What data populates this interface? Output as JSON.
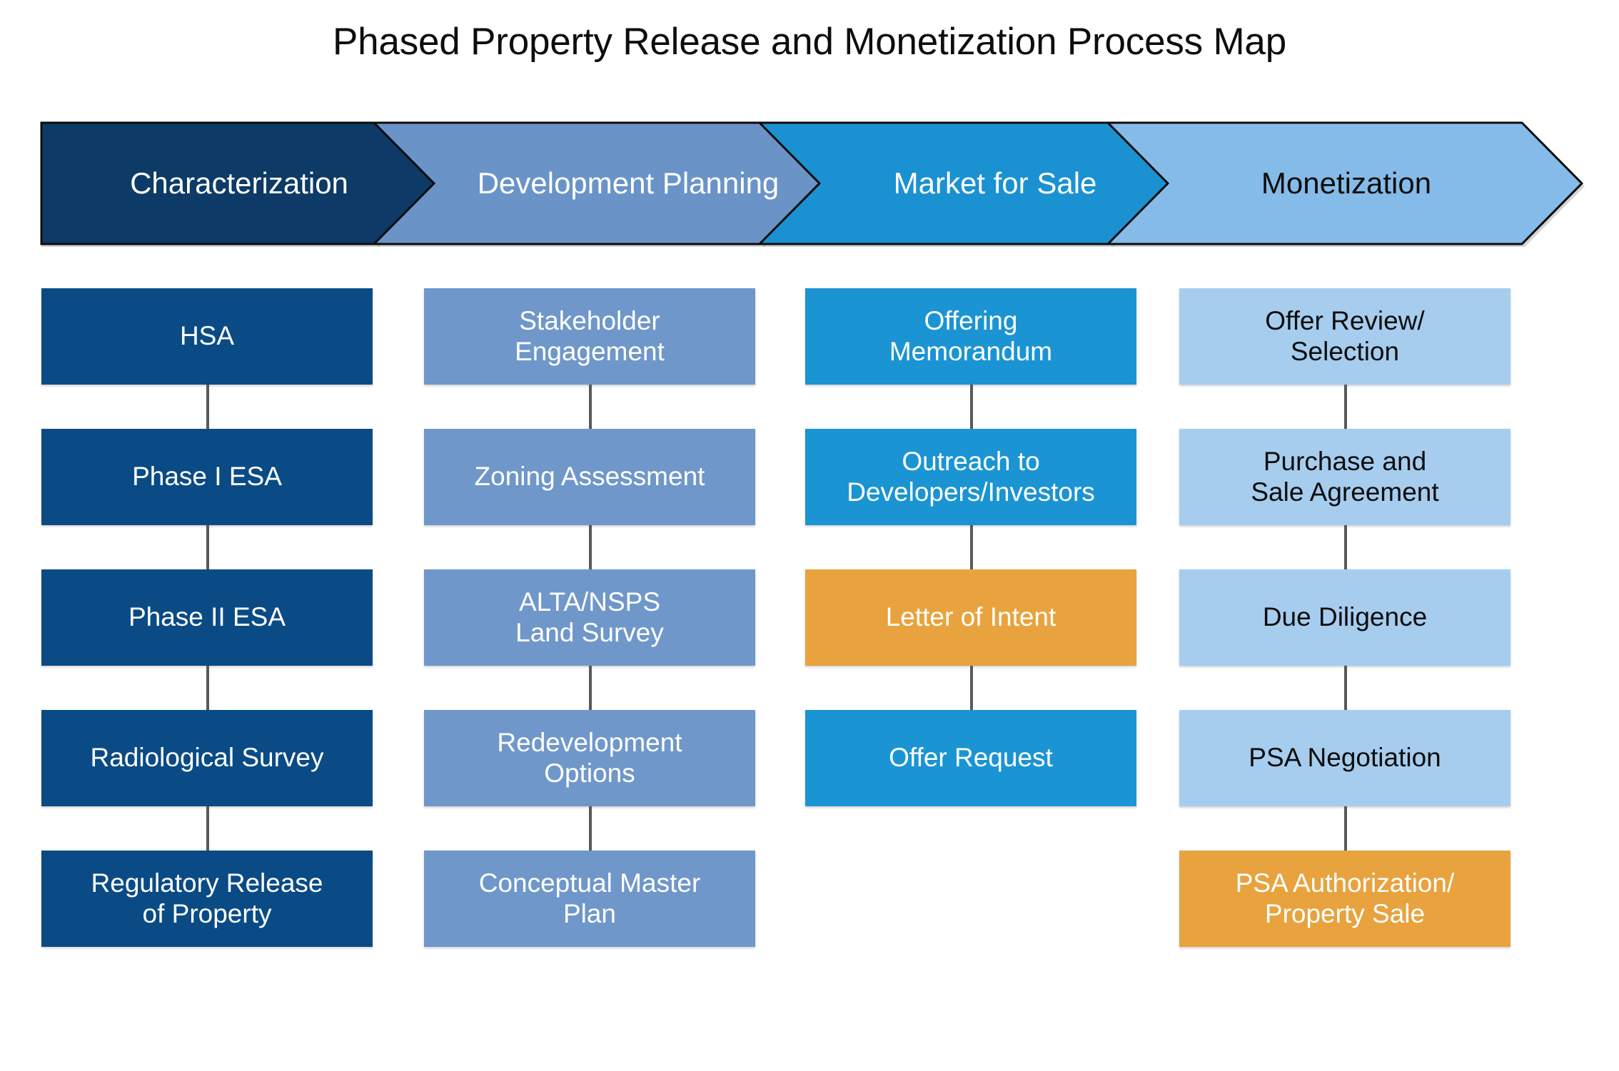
{
  "title": "Phased Property Release and Monetization Process Map",
  "palette": {
    "phase_1": "#0d3a66",
    "phase_2": "#6a93c8",
    "phase_3": "#1a91d1",
    "phase_4": "#85bbe8",
    "box_1": "#0a4b85",
    "box_2": "#6f97ca",
    "box_3": "#1a94d3",
    "box_4": "#a6cdee",
    "highlight_orange": "#e8a33e",
    "connector_gray": "#595959",
    "text_light": "#ffffff",
    "text_dark": "#0d0d0d",
    "title_color": "#0d0d0d"
  },
  "phases": [
    {
      "label": "Characterization",
      "fill": "#0d3a66",
      "text_color": "#ffffff"
    },
    {
      "label": "Development Planning",
      "fill": "#6a93c8",
      "text_color": "#ffffff"
    },
    {
      "label": "Market for Sale",
      "fill": "#1a91d1",
      "text_color": "#ffffff"
    },
    {
      "label": "Monetization",
      "fill": "#85bbe8",
      "text_color": "#0d0d0d"
    }
  ],
  "columns": [
    {
      "phase": "Characterization",
      "nodes": [
        {
          "label": "HSA",
          "fill": "#0a4b85",
          "text_color": "#ffffff"
        },
        {
          "label": "Phase I ESA",
          "fill": "#0a4b85",
          "text_color": "#ffffff"
        },
        {
          "label": "Phase II ESA",
          "fill": "#0a4b85",
          "text_color": "#ffffff"
        },
        {
          "label": "Radiological Survey",
          "fill": "#0a4b85",
          "text_color": "#ffffff"
        },
        {
          "label": "Regulatory Release\nof Property",
          "fill": "#0a4b85",
          "text_color": "#ffffff"
        }
      ]
    },
    {
      "phase": "Development Planning",
      "nodes": [
        {
          "label": "Stakeholder\nEngagement",
          "fill": "#6f97ca",
          "text_color": "#ffffff"
        },
        {
          "label": "Zoning Assessment",
          "fill": "#6f97ca",
          "text_color": "#ffffff"
        },
        {
          "label": "ALTA/NSPS\nLand Survey",
          "fill": "#6f97ca",
          "text_color": "#ffffff"
        },
        {
          "label": "Redevelopment\nOptions",
          "fill": "#6f97ca",
          "text_color": "#ffffff"
        },
        {
          "label": "Conceptual Master\nPlan",
          "fill": "#6f97ca",
          "text_color": "#ffffff"
        }
      ]
    },
    {
      "phase": "Market for Sale",
      "nodes": [
        {
          "label": "Offering\nMemorandum",
          "fill": "#1a94d3",
          "text_color": "#ffffff"
        },
        {
          "label": "Outreach to\nDevelopers/Investors",
          "fill": "#1a94d3",
          "text_color": "#ffffff"
        },
        {
          "label": "Letter of Intent",
          "fill": "#e8a33e",
          "text_color": "#ffffff"
        },
        {
          "label": "Offer Request",
          "fill": "#1a94d3",
          "text_color": "#ffffff"
        },
        {
          "label": null,
          "fill": null,
          "text_color": null
        }
      ]
    },
    {
      "phase": "Monetization",
      "nodes": [
        {
          "label": "Offer Review/\nSelection",
          "fill": "#a6cdee",
          "text_color": "#0d0d0d"
        },
        {
          "label": "Purchase and\nSale Agreement",
          "fill": "#a6cdee",
          "text_color": "#0d0d0d"
        },
        {
          "label": "Due Diligence",
          "fill": "#a6cdee",
          "text_color": "#0d0d0d"
        },
        {
          "label": "PSA Negotiation",
          "fill": "#a6cdee",
          "text_color": "#0d0d0d"
        },
        {
          "label": "PSA Authorization/\nProperty Sale",
          "fill": "#e8a33e",
          "text_color": "#ffffff"
        }
      ]
    }
  ]
}
